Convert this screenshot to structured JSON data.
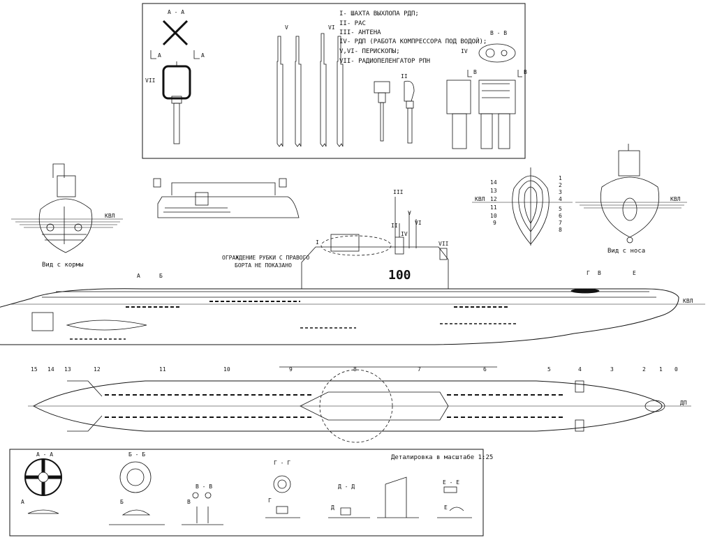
{
  "legend": [
    "I- ШАХТА ВЫХЛОПА РДП;",
    "II- РАС",
    "III- АНТЕНА",
    "IV- РДП (РАБОТА КОМПРЕССОРА ПОД ВОДОЙ);",
    "V,VI- ПЕРИСКОПЫ;",
    "VII- РАДИОПЕЛЕНГАТОР РПН"
  ],
  "top_box": {
    "aa": "А - А",
    "a_left": "А",
    "a_right": "А",
    "vii": "VII",
    "v": "V",
    "vi": "VI",
    "ii": "II",
    "iv": "IV",
    "bb": "В - В",
    "b_left": "В",
    "b_right": "В"
  },
  "views": {
    "stern": "Вид с кормы",
    "bow": "Вид с носа",
    "kvl_left": "КВЛ",
    "kvl_right": "КВЛ",
    "kvl_sec": "КВЛ"
  },
  "section_numbers": [
    "1",
    "2",
    "3",
    "4",
    "5",
    "6",
    "7",
    "8",
    "9",
    "10",
    "11",
    "12",
    "13",
    "14"
  ],
  "side": {
    "note_line1": "ОГРАЖДЕНИЕ РУБКИ С ПРАВОГО",
    "note_line2": "БОРТА НЕ ПОКАЗАНО",
    "hull_number": "100",
    "mast_iii": "III",
    "mast_v": "V",
    "mast_ii": "II",
    "mast_iv": "IV",
    "mast_vi": "VI",
    "mast_i": "I",
    "mast_vii": "VII",
    "cut_a": "А",
    "cut_b": "Б",
    "cut_g": "Г",
    "cut_v": "В",
    "cut_e": "Е",
    "kvl": "КВЛ"
  },
  "frames": [
    "15",
    "14",
    "13",
    "12",
    "11",
    "10",
    "9",
    "8",
    "7",
    "6",
    "5",
    "4",
    "3",
    "2",
    "1",
    "0"
  ],
  "plan": {
    "dp": "ДП"
  },
  "detail": {
    "title": "Деталировка в масштабе  1:25",
    "aa": "А - А",
    "bb": "Б - Б",
    "vv": "В - В",
    "gg": "Г - Г",
    "dd": "Д - Д",
    "ee": "Е - Е",
    "a": "А",
    "b": "Б",
    "v": "В",
    "g": "Г",
    "d": "Д",
    "e": "Е"
  }
}
